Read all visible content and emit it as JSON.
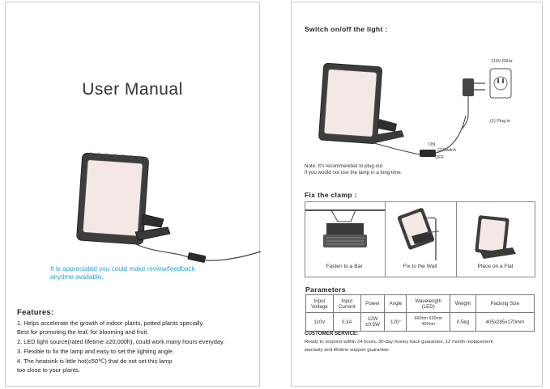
{
  "left": {
    "title": "User Manual",
    "review_line1": "It is appreciated you could make review/feedback",
    "review_line2": "anytime available.",
    "features_heading": "Features:",
    "features": [
      "1. Helps accelerate the growth of  indoor plants, potted plants specially.",
      "  Best for promoting the leaf, for blooming and fruit.",
      "2. LED  light source(rated lifetime ≥20,000h), could work many hours everyday.",
      "3. Flexible to fix the lamp and easy to set the lighting angle.",
      "4. The heatsink  is little hot(≤50℃) that do not set this lamp",
      "too close to your plants."
    ]
  },
  "right": {
    "switch_heading": "Switch on/off  the light :",
    "outlet_label": "110V 60Hz",
    "plug_in_label": "(1) Plug in",
    "on_label": "ON",
    "switch_label": "(2)Switch",
    "off_label": "OFF",
    "note_line1": "Note: It's recommended to plug out",
    "note_line2": "if you would not use the lamp in a long time.",
    "clamp_heading": "Fix the clamp :",
    "screw_label": "Screw",
    "captions": [
      "Fasten to a Bar",
      "Fix to the Wall",
      "Place on a Flat"
    ],
    "parameters_heading": "Parameters",
    "table": {
      "headers": [
        "Input\nVoltage",
        "Input\nCurrent",
        "Power",
        "Angle",
        "Wavelength\n(LED)",
        "Weight",
        "Packing Size"
      ],
      "row": [
        "110V",
        "0.3A",
        "12W\n±0.5W",
        "120°",
        "660nm  630nm\n460nm",
        "0.5kg",
        "405x285x170mm"
      ]
    },
    "cs_heading": "CUSTOMER SERVICE:",
    "cs_line1": "Ready to respond within 24 hours, 30-day money back guarantee, 12 month replacement",
    "cs_line2": "warranty and lifetime support guarantee."
  }
}
